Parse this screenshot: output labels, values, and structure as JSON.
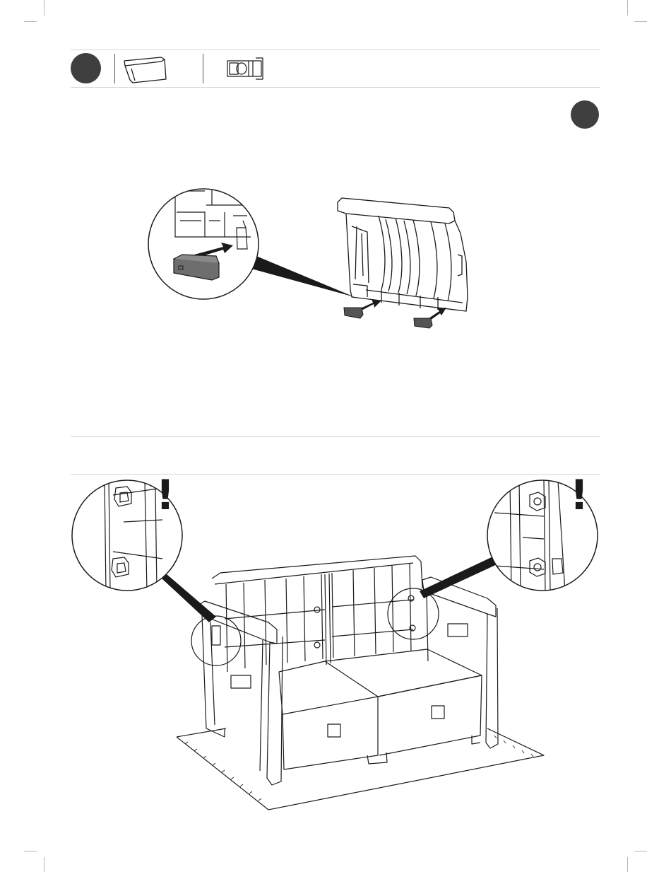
{
  "page": {
    "background": "#ffffff",
    "rule_color": "#d6d6d6",
    "badge_color": "#3f3f3f",
    "line_color": "#1a1a1a"
  },
  "parts_strip": {
    "step_badge": "",
    "parts": [
      {
        "icon": "backrest-panel-icon",
        "quantity": ""
      },
      {
        "icon": "connector-clip-icon",
        "quantity": ""
      }
    ]
  },
  "step_a": {
    "badge": "",
    "figures": [
      "clip-insertion-detail",
      "backrest-rear-view"
    ]
  },
  "step_b": {
    "warnings": [
      "!",
      "!"
    ],
    "figures": [
      "left-joint-detail",
      "right-joint-detail",
      "loveseat-assembly"
    ]
  }
}
